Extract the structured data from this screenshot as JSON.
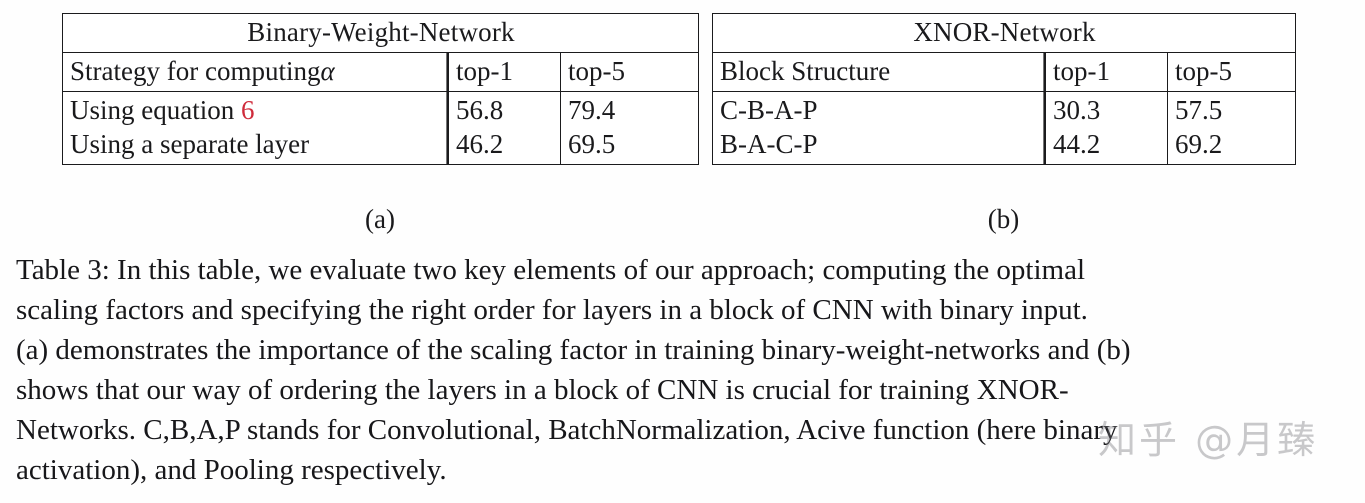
{
  "document": {
    "kind": "academic-paper-table-figure",
    "caption_label": "Table 3:"
  },
  "tables": [
    {
      "id": "a",
      "title": "Binary-Weight-Network",
      "subcaption": "(a)",
      "columns": [
        "Strategy for computing ",
        "top-1",
        "top-5"
      ],
      "label_header_prefix": "Strategy for computing",
      "label_header_symbol": "α",
      "rows": [
        {
          "label_prefix": "Using equation ",
          "label_ref": "6",
          "label_plain": "Using equation 6",
          "top1": "56.8",
          "top5": "79.4"
        },
        {
          "label_prefix": "Using a separate layer",
          "label_ref": "",
          "label_plain": "Using a separate layer",
          "top1": "46.2",
          "top5": "69.5"
        }
      ]
    },
    {
      "id": "b",
      "title": "XNOR-Network",
      "subcaption": "(b)",
      "columns": [
        "Block Structure",
        "top-1",
        "top-5"
      ],
      "label_header_prefix": "Block Structure",
      "label_header_symbol": "",
      "rows": [
        {
          "label_prefix": "C-B-A-P",
          "label_ref": "",
          "label_plain": "C-B-A-P",
          "top1": "30.3",
          "top5": "57.5"
        },
        {
          "label_prefix": "B-A-C-P",
          "label_ref": "",
          "label_plain": "B-A-C-P",
          "top1": "44.2",
          "top5": "69.2"
        }
      ]
    }
  ],
  "caption": {
    "lines": [
      "Table 3: In this table, we evaluate two key elements of our approach; computing the optimal",
      "scaling factors and specifying the right order for layers in a block of CNN with binary input.",
      "(a) demonstrates the importance of the scaling factor in training binary-weight-networks and (b)",
      "shows that our way of ordering the layers in a block of CNN is crucial for training XNOR-",
      "Networks. C,B,A,P stands for Convolutional, BatchNormalization, Acive function (here binary",
      "activation), and Pooling respectively."
    ]
  },
  "watermark": {
    "text": "知乎 @月臻"
  },
  "colors": {
    "equation_reference": "#cf2b3b",
    "text": "#17171a",
    "rule": "#1b1b1d",
    "page_background": "#fefefe",
    "watermark": "rgba(120,120,125,0.40)"
  }
}
